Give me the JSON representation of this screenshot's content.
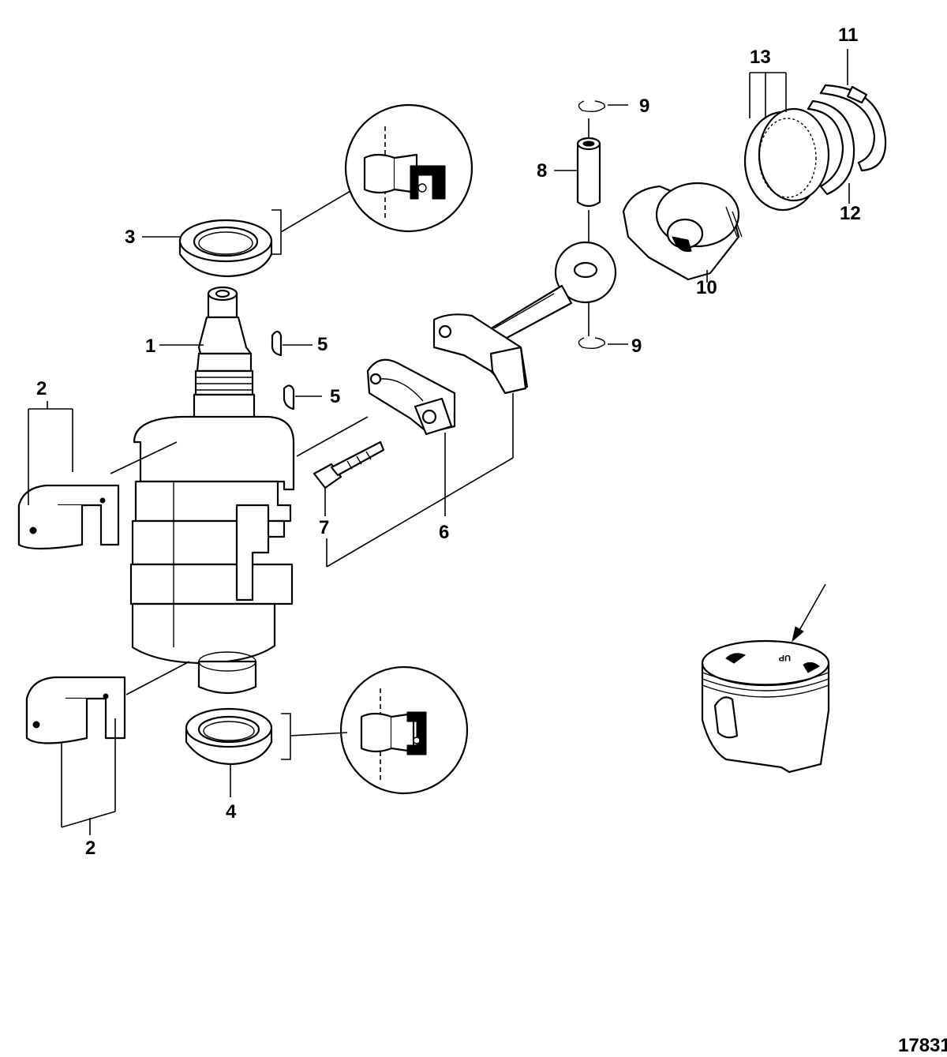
{
  "callouts": {
    "c1": "1",
    "c2a": "2",
    "c2b": "2",
    "c3": "3",
    "c4": "4",
    "c5a": "5",
    "c5b": "5",
    "c6": "6",
    "c7": "7",
    "c8": "8",
    "c9a": "9",
    "c9b": "9",
    "c10": "10",
    "c11": "11",
    "c12": "12",
    "c13": "13"
  },
  "figure_id": "17831",
  "piston_marking": "UP"
}
